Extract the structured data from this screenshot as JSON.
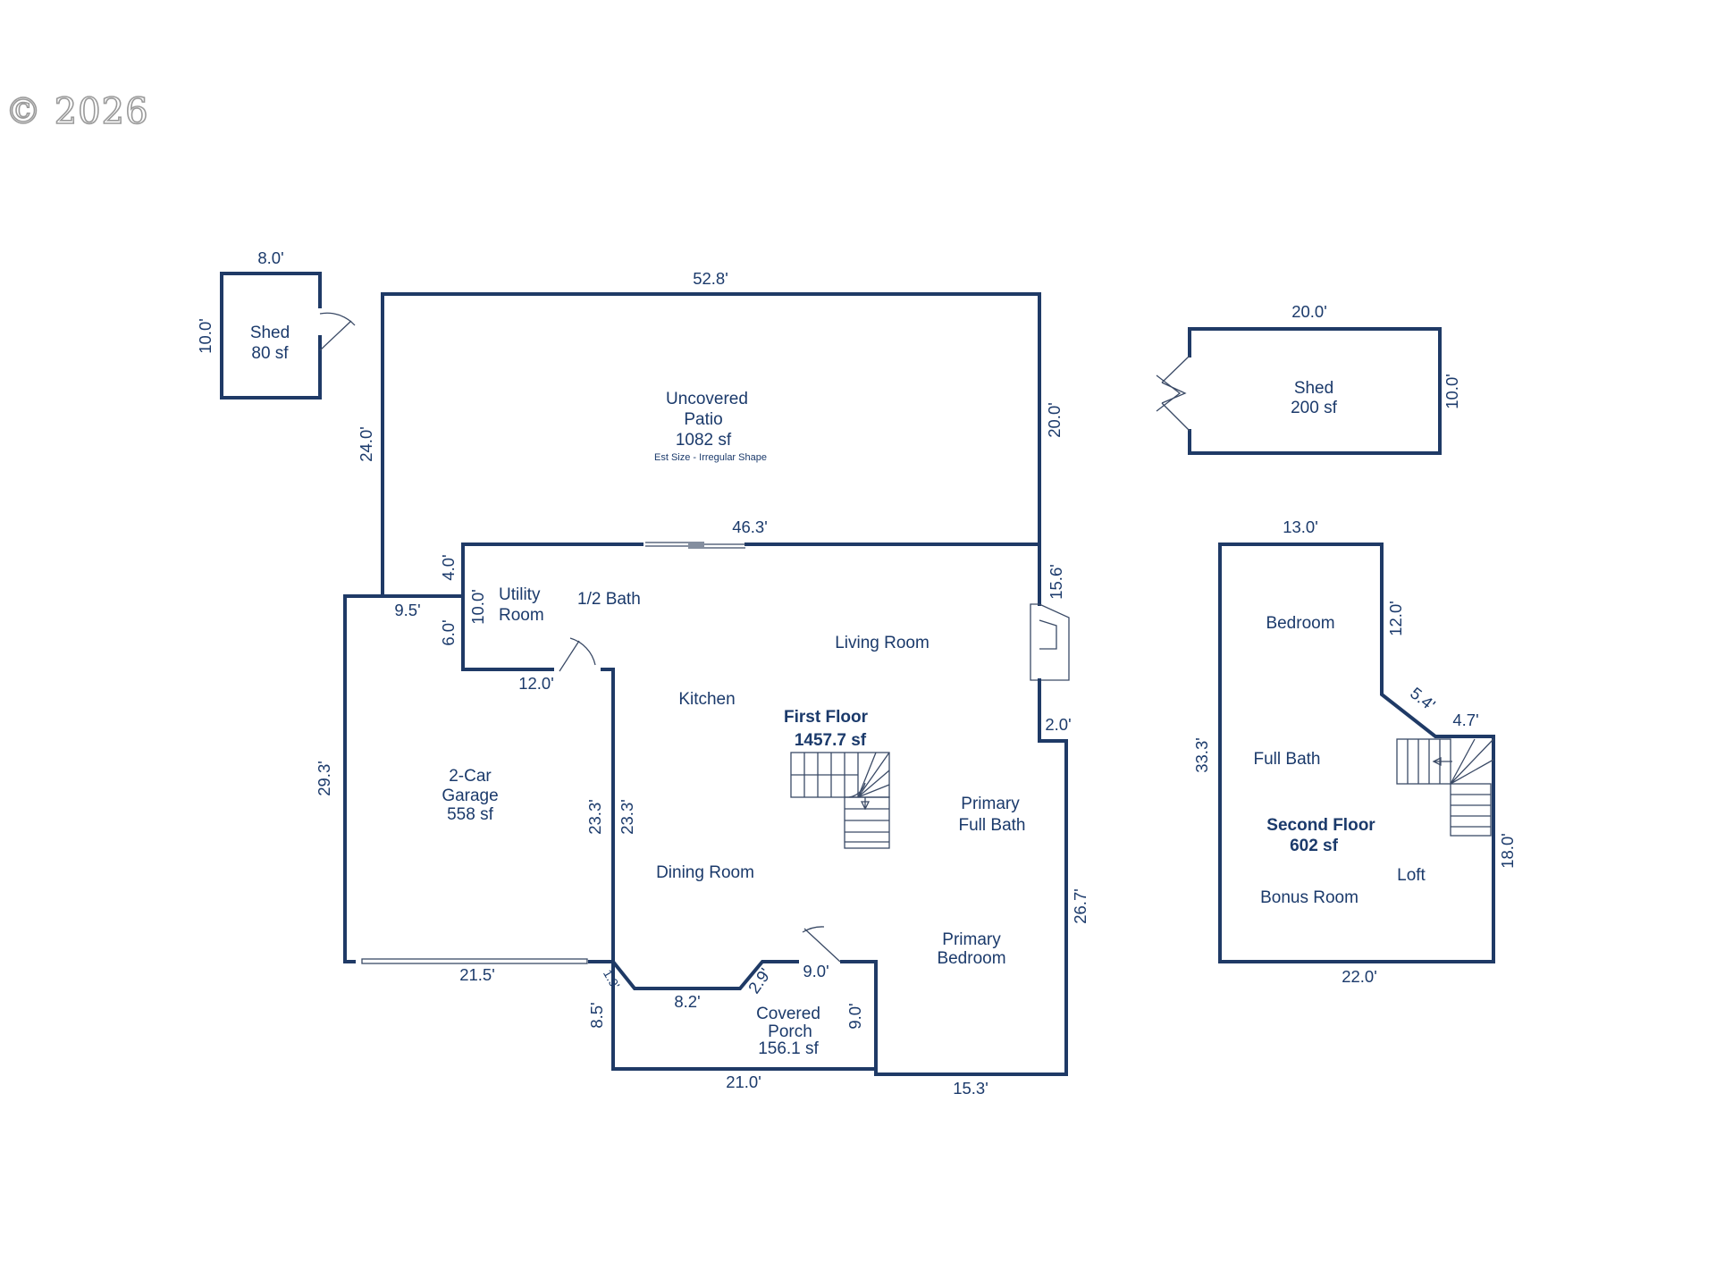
{
  "copyright": "© 2026",
  "colors": {
    "wall": "#1f3a66",
    "text": "#1b3a6b",
    "background": "#ffffff"
  },
  "floors": {
    "first": {
      "name": "First Floor",
      "area": "1457.7 sf"
    },
    "second": {
      "name": "Second Floor",
      "area": "602 sf"
    }
  },
  "rooms": {
    "shed_small": {
      "name": "Shed",
      "area": "80 sf"
    },
    "shed_large": {
      "name": "Shed",
      "area": "200 sf"
    },
    "patio": {
      "line1": "Uncovered",
      "line2": "Patio",
      "area": "1082 sf",
      "note": "Est Size - Irregular Shape"
    },
    "utility": {
      "line1": "Utility",
      "line2": "Room"
    },
    "half_bath": "1/2 Bath",
    "living": "Living Room",
    "kitchen": "Kitchen",
    "garage": {
      "line1": "2-Car",
      "line2": "Garage",
      "area": "558 sf"
    },
    "primary_bath": {
      "line1": "Primary",
      "line2": "Full Bath"
    },
    "dining": "Dining Room",
    "primary_bedroom": {
      "line1": "Primary",
      "line2": "Bedroom"
    },
    "porch": {
      "line1": "Covered",
      "line2": "Porch",
      "area": "156.1 sf"
    },
    "bedroom": "Bedroom",
    "full_bath": "Full Bath",
    "loft": "Loft",
    "bonus": "Bonus Room"
  },
  "dimensions": {
    "shed_small_width": "8.0'",
    "shed_small_depth": "10.0'",
    "patio_width": "52.8'",
    "patio_left": "24.0'",
    "patio_right": "20.0'",
    "house_back": "46.3'",
    "shed_large_width": "20.0'",
    "shed_large_depth": "10.0'",
    "utility_wall_upper": "4.0'",
    "utility_wall_lower": "6.0'",
    "utility_inner": "10.0'",
    "garage_top": "9.5'",
    "garage_inner": "12.0'",
    "garage_side": "29.3'",
    "garage_wall_left": "23.3'",
    "garage_wall_right": "23.3'",
    "garage_door": "21.5'",
    "living_right_upper": "15.6'",
    "living_jog": "2.0'",
    "house_right": "26.7'",
    "porch_angle_left": "1.9'",
    "porch_left": "8.5'",
    "porch_top": "8.2'",
    "porch_angle_right": "2.9'",
    "porch_top_right": "9.0'",
    "porch_right": "9.0'",
    "porch_bottom": "21.0'",
    "bedroom_bottom": "15.3'",
    "second_top": "13.0'",
    "second_right_upper": "12.0'",
    "second_angle": "5.4'",
    "second_jog": "4.7'",
    "second_left": "33.3'",
    "second_right_lower": "18.0'",
    "second_bottom": "22.0'"
  }
}
